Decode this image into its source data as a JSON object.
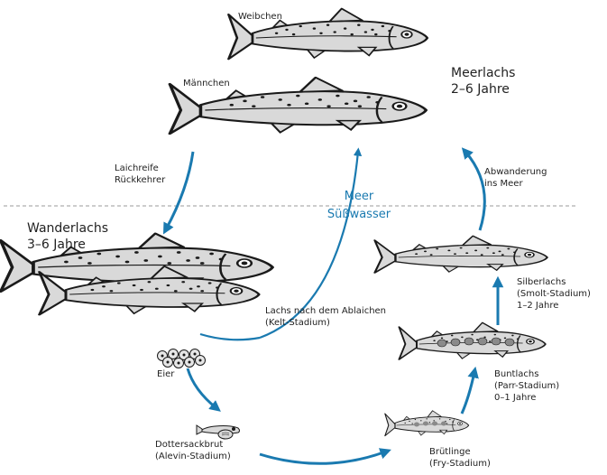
{
  "colors": {
    "arrow": "#1a7ab0",
    "fish_fill": "#d9d9d9",
    "fish_outline": "#1a1a1a",
    "divider": "#9a9a9a",
    "parr_mark": "#8a8a8a"
  },
  "zones": {
    "sea": "Meer",
    "freshwater": "Süßwasser"
  },
  "stages": {
    "female": "Weibchen",
    "male": "Männchen",
    "sea_salmon": {
      "line1": "Meerlachs",
      "line2": "2–6 Jahre"
    },
    "returners": {
      "line1": "Laichreife",
      "line2": "Rückkehrer"
    },
    "migration": {
      "line1": "Abwanderung",
      "line2": "ins Meer"
    },
    "wander": {
      "line1": "Wanderlachs",
      "line2": "3–6 Jahre"
    },
    "kelt": {
      "line1": "Lachs nach dem Ablaichen",
      "line2": "(Kelt-Stadium)"
    },
    "smolt": {
      "line1": "Silberlachs",
      "line2": "(Smolt-Stadium)",
      "line3": "1–2 Jahre"
    },
    "eggs": "Eier",
    "parr": {
      "line1": "Buntlachs",
      "line2": "(Parr-Stadium)",
      "line3": "0–1 Jahre"
    },
    "alevin": {
      "line1": "Dottersackbrut",
      "line2": "(Alevin-Stadium)"
    },
    "fry": {
      "line1": "Brütlinge",
      "line2": "(Fry-Stadium)"
    }
  }
}
